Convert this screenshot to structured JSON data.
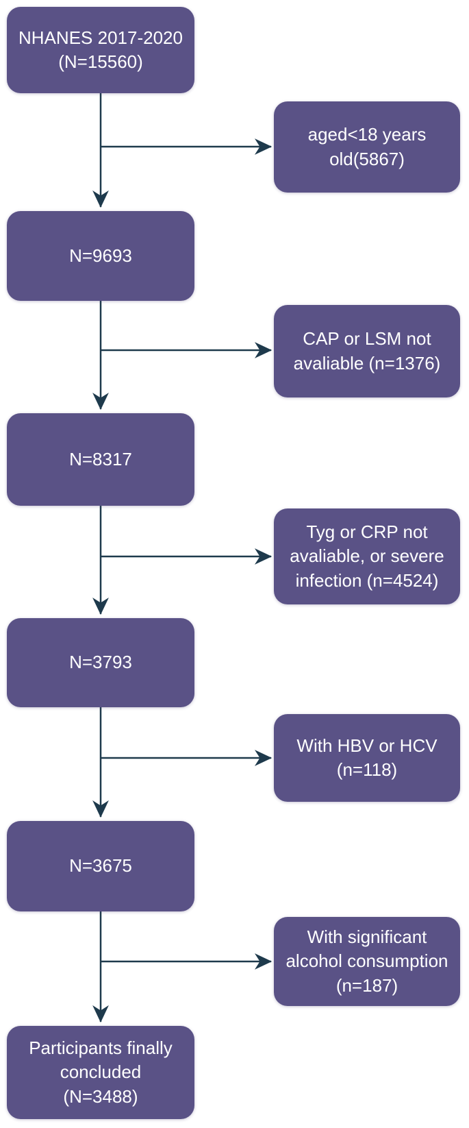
{
  "diagram": {
    "type": "flowchart",
    "description": "Participant selection flowchart",
    "colors": {
      "box_fill": "#5a5286",
      "box_text": "#ffffff",
      "arrow": "#1e3a4c",
      "background": "#ffffff"
    },
    "main_flow": [
      {
        "label": "NHANES 2017-2020\n(N=15560)",
        "n": 15560
      },
      {
        "label": "N=9693",
        "n": 9693
      },
      {
        "label": "N=8317",
        "n": 8317
      },
      {
        "label": "N=3793",
        "n": 3793
      },
      {
        "label": "N=3675",
        "n": 3675
      },
      {
        "label": "Participants finally\nconcluded\n(N=3488)",
        "n": 3488
      }
    ],
    "exclusions": [
      {
        "label": "aged<18 years\nold(5867)",
        "n": 5867
      },
      {
        "label": "CAP or LSM not\navaliable (n=1376)",
        "n": 1376
      },
      {
        "label": "Tyg or CRP not\navaliable, or  severe\ninfection (n=4524)",
        "n": 4524
      },
      {
        "label": "With HBV or HCV\n(n=118)",
        "n": 118
      },
      {
        "label": "With significant\nalcohol consumption\n(n=187)",
        "n": 187
      }
    ]
  }
}
